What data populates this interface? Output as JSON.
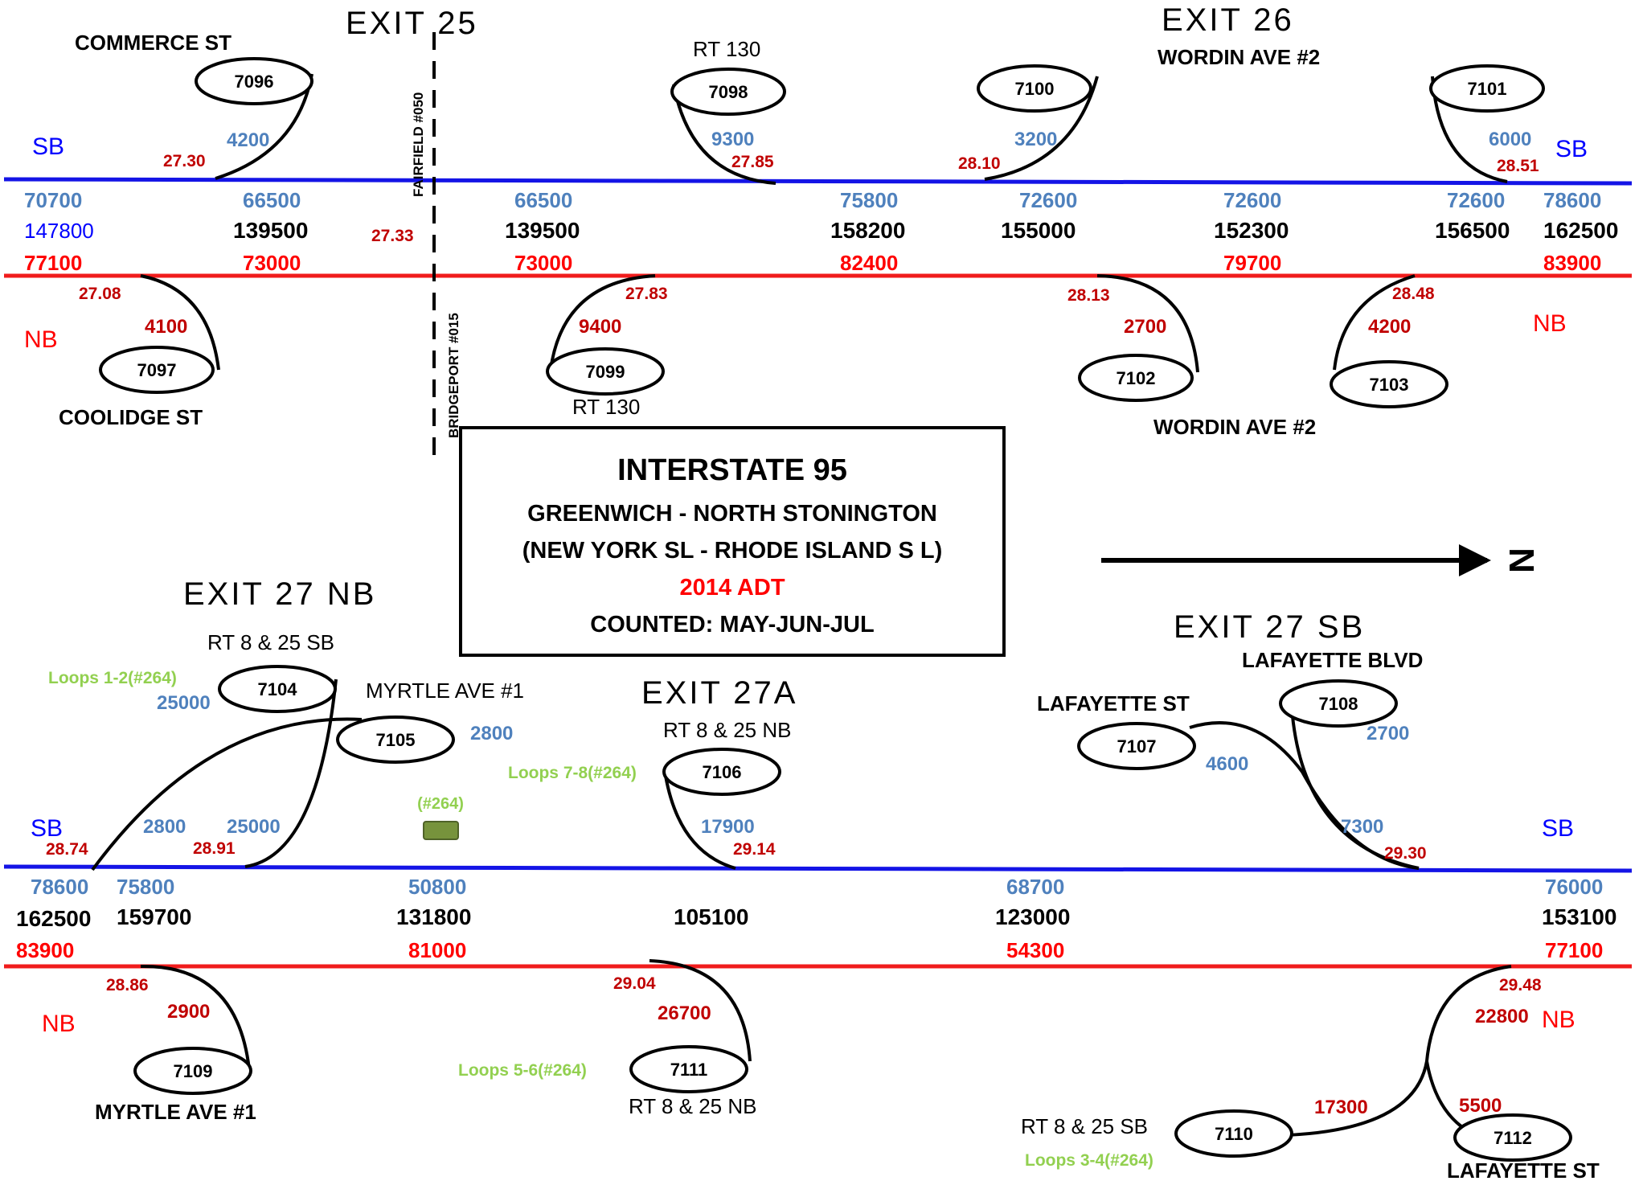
{
  "colors": {
    "sb_line": "#1414e6",
    "nb_line": "#f01c1c",
    "sb_count": "#4f81bd",
    "sb_total_blue": "#0000ff",
    "nb_count": "#ff0000",
    "milepost": "#c00000",
    "loop": "#92d050",
    "loop_box": "#77933c",
    "black": "#000000"
  },
  "title_box": {
    "title": "INTERSTATE 95",
    "subtitle": "GREENWICH - NORTH STONINGTON",
    "subtitle2": "(NEW YORK SL - RHODE ISLAND S L)",
    "year": "2014 ADT",
    "counted": "COUNTED: MAY-JUN-JUL"
  },
  "north_arrow": {
    "label": "N"
  },
  "exits": {
    "exit25": "EXIT 25",
    "exit26": "EXIT 26",
    "exit27nb": "EXIT 27 NB",
    "exit27a": "EXIT 27A",
    "exit27sb": "EXIT 27 SB"
  },
  "town_lines": {
    "fairfield": "FAIRFIELD #050",
    "bridgeport": "BRIDGEPORT #015"
  },
  "direction": {
    "sb": "SB",
    "nb": "NB"
  },
  "top_section": {
    "ramps": [
      {
        "id": "7096",
        "street": "COMMERCE ST",
        "volume": "4200",
        "milepost": "27.30"
      },
      {
        "id": "7097",
        "street": "COOLIDGE ST",
        "volume": "4100",
        "milepost": "27.08"
      },
      {
        "id": "7098",
        "street": "RT 130",
        "volume": "9300",
        "milepost": "27.85"
      },
      {
        "id": "7099",
        "street": "RT 130",
        "volume": "9400",
        "milepost": "27.83"
      },
      {
        "id": "7100",
        "street": "",
        "volume": "3200",
        "milepost": "28.10"
      },
      {
        "id": "7101",
        "street": "WORDIN AVE #2",
        "volume": "6000",
        "milepost": "28.51"
      },
      {
        "id": "7102",
        "street": "WORDIN AVE #2",
        "volume": "2700",
        "milepost": "28.13"
      },
      {
        "id": "7103",
        "street": "",
        "volume": "4200",
        "milepost": "28.48"
      }
    ],
    "segment_milepost": "27.33",
    "mainline": [
      {
        "sb": "70700",
        "total": "147800",
        "nb": "77100"
      },
      {
        "sb": "66500",
        "total": "139500",
        "nb": "73000"
      },
      {
        "sb": "66500",
        "total": "139500",
        "nb": "73000"
      },
      {
        "sb": "75800",
        "total": "158200",
        "nb": "82400"
      },
      {
        "sb": "72600",
        "total": "155000",
        "nb": ""
      },
      {
        "sb": "72600",
        "total": "152300",
        "nb": "79700"
      },
      {
        "sb": "72600",
        "total": "156500",
        "nb": ""
      },
      {
        "sb": "78600",
        "total": "162500",
        "nb": "83900"
      }
    ]
  },
  "bottom_section": {
    "ramps": [
      {
        "id": "7104",
        "street": "RT 8 & 25 SB",
        "volume": "25000",
        "loops": "Loops 1-2(#264)"
      },
      {
        "id": "7105",
        "street": "MYRTLE AVE #1",
        "volume": "2800"
      },
      {
        "id": "7106",
        "street": "RT 8 & 25 NB",
        "volume": "17900",
        "milepost": "29.14",
        "loops": "Loops 7-8(#264)"
      },
      {
        "id": "7107",
        "street": "LAFAYETTE ST",
        "volume": "4600"
      },
      {
        "id": "7108",
        "street": "LAFAYETTE BLVD",
        "volume": "2700"
      },
      {
        "id": "7109",
        "street": "MYRTLE AVE #1",
        "volume": "2900",
        "milepost": "28.86"
      },
      {
        "id": "7111",
        "street": "RT 8 & 25 NB",
        "volume": "26700",
        "milepost": "29.04",
        "loops": "Loops 5-6(#264)"
      },
      {
        "id": "7110",
        "street": "RT 8 & 25 SB",
        "volume": "17300",
        "loops": "Loops 3-4(#264)"
      },
      {
        "id": "7112",
        "street": "LAFAYETTE ST",
        "volume": "5500"
      }
    ],
    "sb_ramp_labels": {
      "v2800": "2800",
      "v25000": "25000",
      "mp2874": "28.74",
      "mp2891": "28.91",
      "v7300": "7300",
      "mp2930": "29.30",
      "v22800": "22800",
      "mp2948": "29.48"
    },
    "station_264": "(#264)",
    "mainline": [
      {
        "sb": "78600",
        "total": "162500",
        "nb": "83900"
      },
      {
        "sb": "75800",
        "total": "159700",
        "nb": ""
      },
      {
        "sb": "50800",
        "total": "131800",
        "nb": "81000"
      },
      {
        "sb": "",
        "total": "105100",
        "nb": ""
      },
      {
        "sb": "68700",
        "total": "123000",
        "nb": "54300"
      },
      {
        "sb": "76000",
        "total": "153100",
        "nb": "77100"
      }
    ]
  }
}
